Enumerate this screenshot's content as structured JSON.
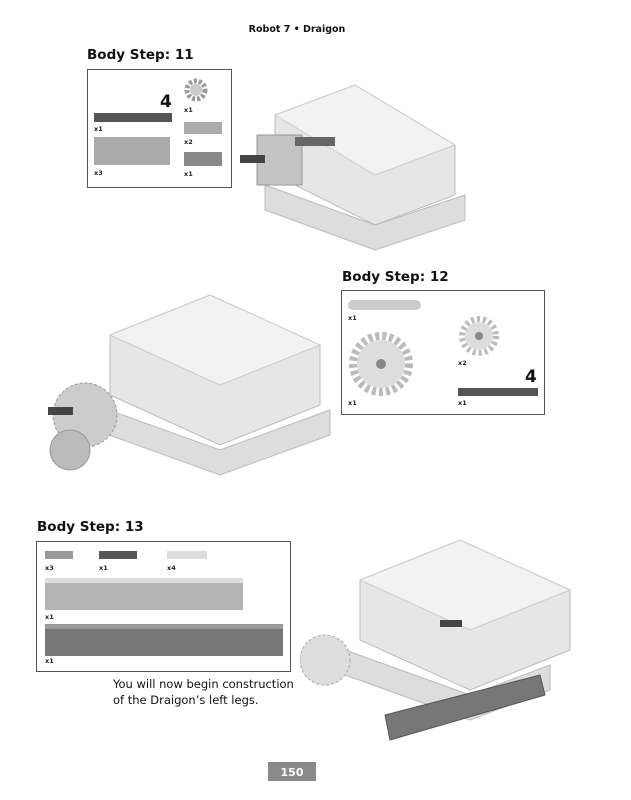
{
  "header": {
    "title": "Robot 7 • Draigon"
  },
  "steps": [
    {
      "title": "Body Step: 11",
      "length_label": "4",
      "quantities": [
        "x1",
        "x3",
        "x1",
        "x2",
        "x1"
      ]
    },
    {
      "title": "Body Step: 12",
      "length_label": "4",
      "quantities": [
        "x1",
        "x2",
        "x1",
        "x1"
      ]
    },
    {
      "title": "Body Step: 13",
      "quantities": [
        "x3",
        "x1",
        "x4",
        "x1",
        "x1"
      ]
    }
  ],
  "note": {
    "line1": "You will now begin construction",
    "line2": "of the Draigon’s left legs."
  },
  "footer": {
    "page_number": "150"
  }
}
